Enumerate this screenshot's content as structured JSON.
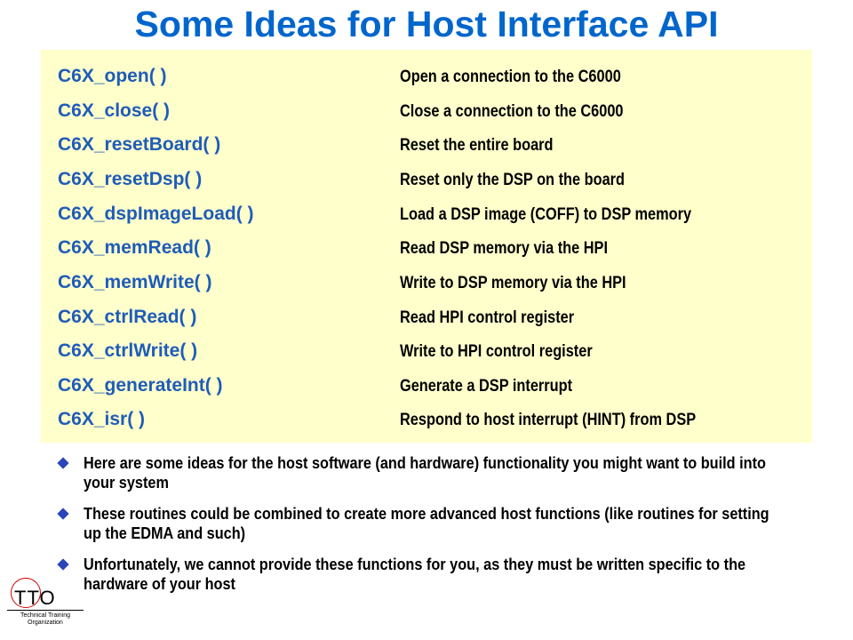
{
  "slide": {
    "title": "Some Ideas for Host Interface API"
  },
  "api_list": [
    {
      "name": "C6X_open( )",
      "description": "Open a connection to the C6000"
    },
    {
      "name": "C6X_close( )",
      "description": "Close a connection to the C6000"
    },
    {
      "name": "C6X_resetBoard( )",
      "description": "Reset the entire board"
    },
    {
      "name": "C6X_resetDsp( )",
      "description": "Reset only the DSP on the board"
    },
    {
      "name": "C6X_dspImageLoad( )",
      "description": "Load a DSP image (COFF) to DSP memory"
    },
    {
      "name": "C6X_memRead( )",
      "description": "Read DSP memory via the HPI"
    },
    {
      "name": "C6X_memWrite( )",
      "description": "Write to DSP memory via the HPI"
    },
    {
      "name": "C6X_ctrlRead( )",
      "description": "Read HPI control register"
    },
    {
      "name": "C6X_ctrlWrite( )",
      "description": "Write to HPI control register"
    },
    {
      "name": "C6X_generateInt( )",
      "description": "Generate a DSP interrupt"
    },
    {
      "name": "C6X_isr( )",
      "description": "Respond to host interrupt (HINT) from DSP"
    }
  ],
  "bullets": [
    "Here are some ideas for the host software (and hardware) functionality you might want to build into your system",
    "These routines could be combined to create more advanced host functions (like routines for setting up the EDMA and such)",
    "Unfortunately, we cannot provide these functions for you, as they must be written specific to the hardware of your host"
  ],
  "logo": {
    "letters": "TTO",
    "line1": "Technical Training",
    "line2": "Organization"
  },
  "colors": {
    "title": "#0066cc",
    "api_name": "#1f5cb8",
    "panel_background": "#ffffcc",
    "bullet": "#2a45b8",
    "logo_circle": "#cc0000"
  },
  "icons": {
    "bullet": "diamond-bullet-icon"
  }
}
